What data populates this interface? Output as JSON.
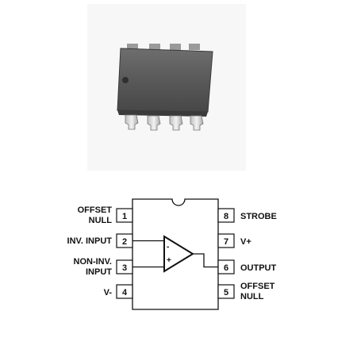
{
  "photo": {
    "description_icon": "dip8-chip-photo"
  },
  "pins": {
    "p1": {
      "number": "1",
      "label_line1": "OFFSET",
      "label_line2": "NULL"
    },
    "p2": {
      "number": "2",
      "label": "INV. INPUT"
    },
    "p3": {
      "number": "3",
      "label_line1": "NON-INV.",
      "label_line2": "INPUT"
    },
    "p4": {
      "number": "4",
      "label": "V-"
    },
    "p5": {
      "number": "5",
      "label_line1": "OFFSET",
      "label_line2": "NULL"
    },
    "p6": {
      "number": "6",
      "label": "OUTPUT"
    },
    "p7": {
      "number": "7",
      "label": "V+"
    },
    "p8": {
      "number": "8",
      "label": "STROBE"
    }
  },
  "opamp": {
    "minus_sign": "-",
    "plus_sign": "+"
  }
}
